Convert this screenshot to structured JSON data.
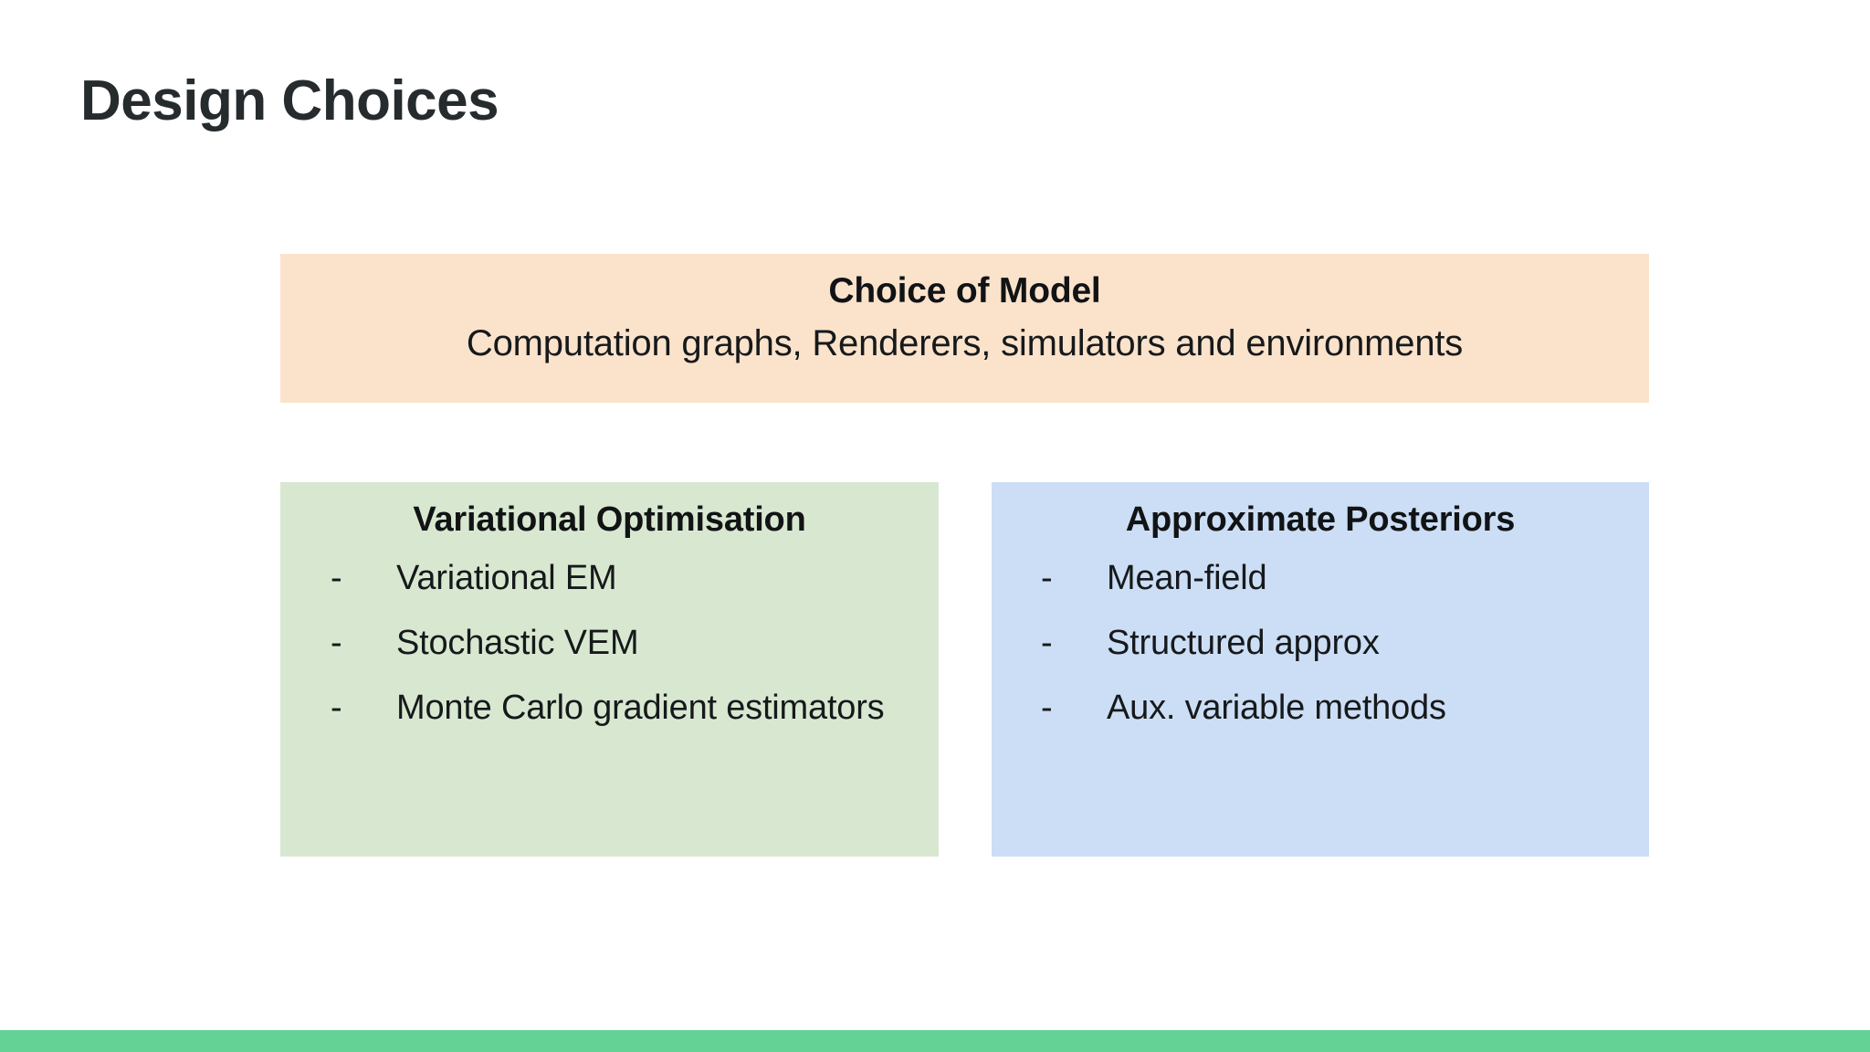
{
  "slide": {
    "title": "Design Choices",
    "title_color": "#262b2e",
    "background_color": "#ffffff"
  },
  "cards": {
    "model": {
      "title": "Choice of Model",
      "subtitle": "Computation graphs, Renderers, simulators and environments",
      "fill_color": "#fbe2cb"
    },
    "variational_optimisation": {
      "title": "Variational Optimisation",
      "fill_color": "#d8e8d0",
      "bullet_marker": "-",
      "items": [
        "Variational EM",
        "Stochastic VEM",
        "Monte Carlo gradient estimators"
      ]
    },
    "approximate_posteriors": {
      "title": "Approximate Posteriors",
      "fill_color": "#ccdef5",
      "bullet_marker": "-",
      "items": [
        "Mean-field",
        "Structured approx",
        "Aux. variable methods"
      ]
    }
  },
  "footer": {
    "accent_color": "#65d295"
  }
}
